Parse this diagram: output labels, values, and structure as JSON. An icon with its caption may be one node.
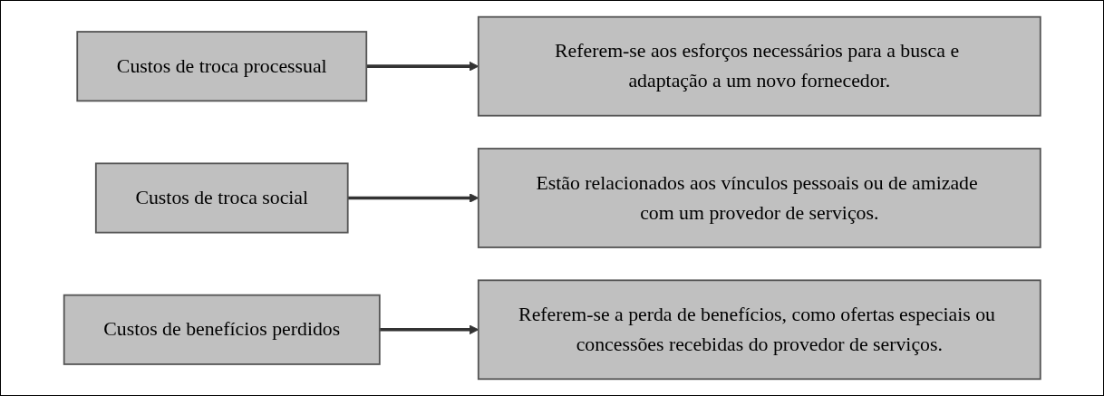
{
  "diagram": {
    "nodes": [
      {
        "text": [
          "Custos de troca processual"
        ]
      },
      {
        "text": [
          "Referem-se aos esforços necessários para a busca e adaptação a um novo fornecedor."
        ]
      },
      {
        "text": [
          "Custos de troca social"
        ]
      },
      {
        "text": [
          "Estão relacionados aos vínculos pessoais ou de amizade com um provedor de serviços."
        ]
      },
      {
        "text": [
          "Custos de benefícios perdidos"
        ]
      },
      {
        "text": [
          "Referem-se a perda de benefícios, como ofertas especiais ou concessões recebidas do provedor de serviços."
        ]
      }
    ],
    "edges": [
      {
        "from": 0,
        "to": 1,
        "arrow": "to"
      },
      {
        "from": 2,
        "to": 3,
        "arrow": "to"
      },
      {
        "from": 4,
        "to": 5,
        "arrow": "to"
      }
    ]
  }
}
